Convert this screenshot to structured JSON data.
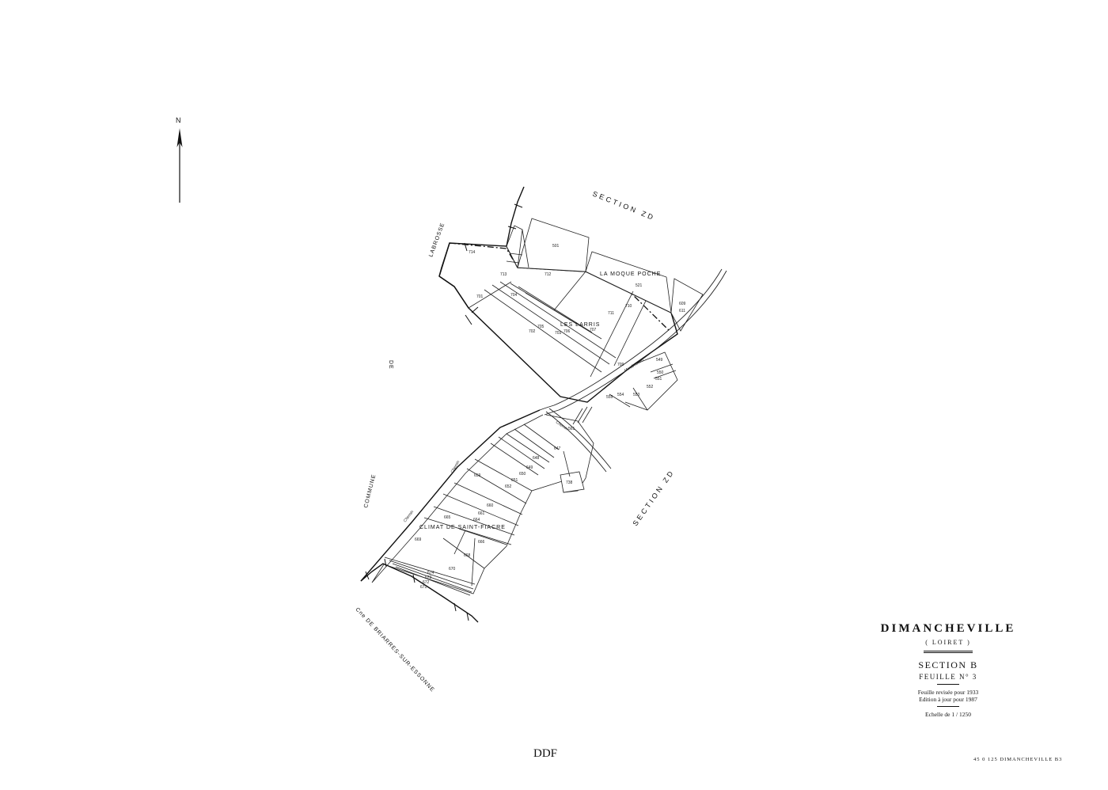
{
  "north_label": "N",
  "map_labels": {
    "section_zd_top": "SECTION  ZD",
    "section_zd_bottom": "SECTION  ZD",
    "labrosse": "LABROSSE",
    "de": "DE",
    "commune": "COMMUNE",
    "briarres": "Cne DE BRIARRES-SUR-ESSONNE",
    "la_moque_poche": "LA MOQUE POCHE",
    "les_larris": "LES LARRIS",
    "climat": "CLIMAT DE SAINT-FIACRE",
    "road_montbouvert": "Montbouvert",
    "road_chemin_1": "Chemin",
    "road_chemin_2": "Chemin",
    "road_chemin_3": "Chemin"
  },
  "parcels": {
    "p501": "501",
    "p521": "521",
    "p710": "710",
    "p711": "711",
    "p712": "712",
    "p713": "713",
    "p714": "714",
    "p701": "701",
    "p704": "704",
    "p702": "702",
    "p703": "703",
    "p705": "705",
    "p706": "706",
    "p707": "707",
    "p709": "709",
    "p609": "609",
    "p611": "611",
    "p549": "549",
    "p550": "550",
    "p551": "551",
    "p552": "552",
    "p553": "553",
    "p554": "554",
    "p555": "555",
    "p561": "561",
    "p647": "647",
    "p648": "648",
    "p649": "649",
    "p650": "650",
    "p651": "651",
    "p652": "652",
    "p659": "659",
    "p660": "660",
    "p661": "661",
    "p664": "664",
    "p665": "665",
    "p666": "666",
    "p668": "668",
    "p669": "669",
    "p670": "670",
    "p738": "738",
    "p671": "671",
    "p672": "672",
    "p673": "673",
    "p674": "674"
  },
  "cartouche": {
    "commune": "DIMANCHEVILLE",
    "department": "( LOIRET )",
    "section": "SECTION  B",
    "sheet": "FEUILLE  N° 3",
    "revision": "Feuille revisée pour 1933",
    "edition": "Edition à jour pour 1987",
    "scale": "Echelle  de  1 / 1250"
  },
  "footer": {
    "ddf": "DDF",
    "sheet_code": "45 0 125  DIMANCHEVILLE  B3"
  }
}
